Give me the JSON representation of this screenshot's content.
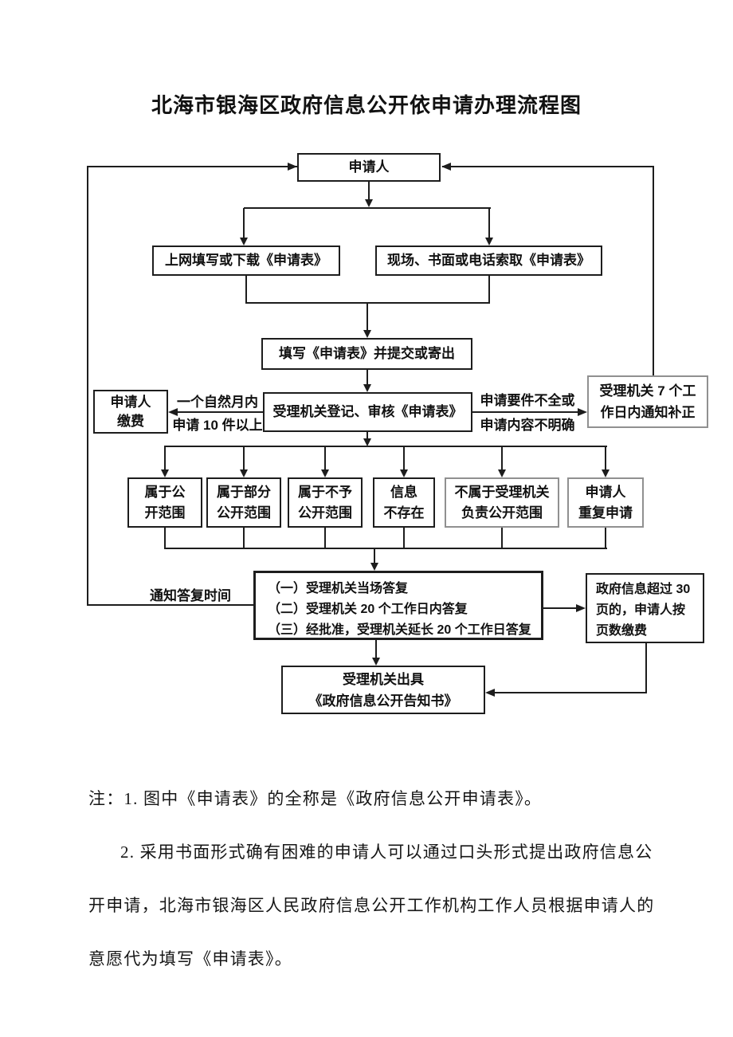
{
  "page": {
    "title": "北海市银海区政府信息公开依申请办理流程图"
  },
  "flow": {
    "nodes": {
      "applicant": "申请人",
      "online": "上网填写或下载《申请表》",
      "offline": "现场、书面或电话索取《申请表》",
      "fill": "填写《申请表》并提交或寄出",
      "register": "受理机关登记、审核《申请表》",
      "pay": "申请人\n缴费",
      "supplement": "受理机关 7 个工\n作日内通知补正",
      "open_full": "属于公\n开范围",
      "open_partial": "属于部分\n公开范围",
      "open_denied": "属于不予\n公开范围",
      "not_exist": "信息\n不存在",
      "not_responsible": "不属于受理机关\n负责公开范围",
      "repeat_apply": "申请人\n重复申请",
      "reply1": "（一）受理机关当场答复",
      "reply2": "（二）受理机关 20 个工作日内答复",
      "reply3": "（三）经批准，受理机关延长 20 个工作日答复",
      "pages_fee": "政府信息超过 30\n页的，申请人按\n页数缴费",
      "issue": "受理机关出具\n《政府信息公开告知书》"
    },
    "edge_labels": {
      "monthly_top": "一个自然月内",
      "monthly_bottom": "申请 10 件以上",
      "incomplete_top": "申请要件不全或",
      "incomplete_bottom": "申请内容不明确",
      "notify": "通知答复时间"
    }
  },
  "notes": {
    "line1": "注：1. 图中《申请表》的全称是《政府信息公开申请表》。",
    "line2": "2. 采用书面形式确有困难的申请人可以通过口头形式提出政府信息公",
    "line3": "开申请，北海市银海区人民政府信息公开工作机构工作人员根据申请人的",
    "line4": "意愿代为填写《申请表》。"
  },
  "colors": {
    "ink": "#1d1d1d",
    "light_border": "#909090",
    "background": "#ffffff"
  }
}
